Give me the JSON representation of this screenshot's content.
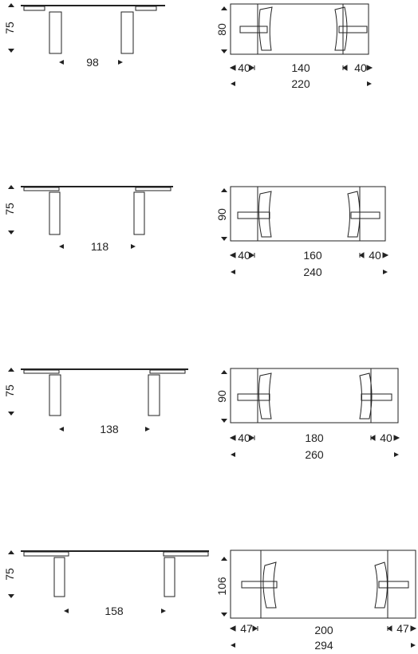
{
  "diagrams": [
    {
      "side": {
        "height": "75",
        "length": "98"
      },
      "top": {
        "width": "80",
        "ext_left": "40",
        "middle": "140",
        "ext_right": "40",
        "total": "220"
      }
    },
    {
      "side": {
        "height": "75",
        "length": "118"
      },
      "top": {
        "width": "90",
        "ext_left": "40",
        "middle": "160",
        "ext_right": "40",
        "total": "240"
      }
    },
    {
      "side": {
        "height": "75",
        "length": "138"
      },
      "top": {
        "width": "90",
        "ext_left": "40",
        "middle": "180",
        "ext_right": "40",
        "total": "260"
      }
    },
    {
      "side": {
        "height": "75",
        "length": "158"
      },
      "top": {
        "width": "106",
        "ext_left": "47",
        "middle": "200",
        "ext_right": "47",
        "total": "294"
      }
    }
  ]
}
